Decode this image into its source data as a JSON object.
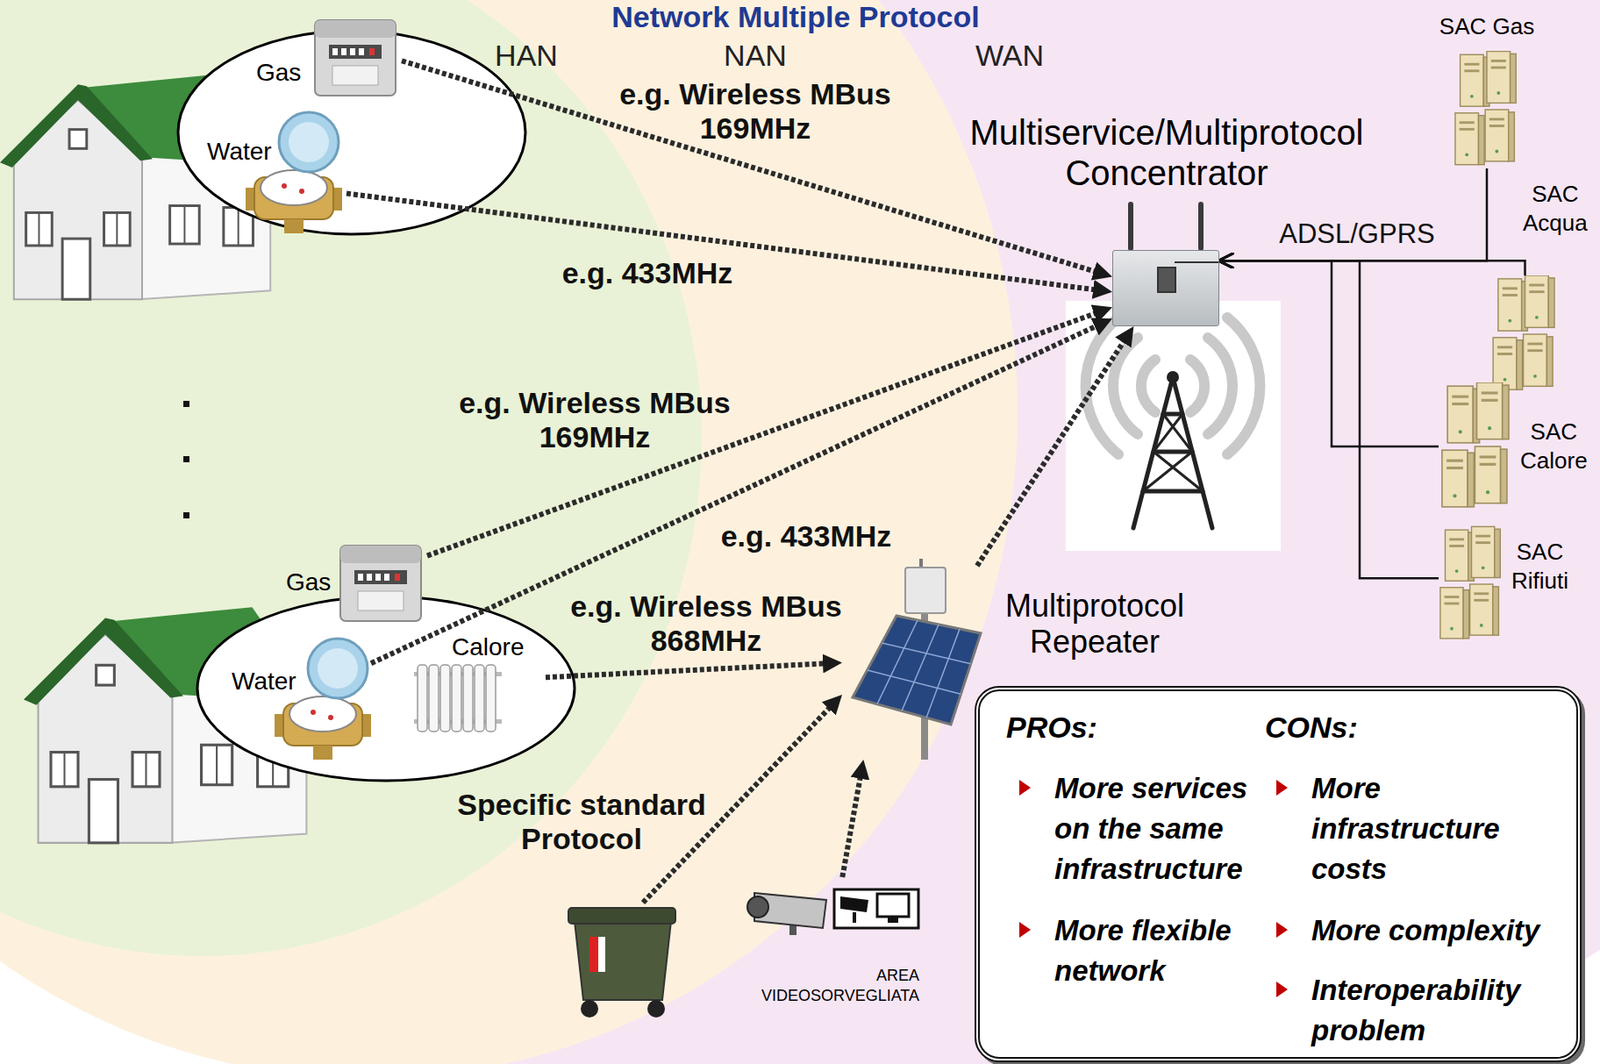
{
  "diagram": {
    "title": "Network Multiple Protocol",
    "nodes": [
      {
        "text": [
          "Gas"
        ]
      },
      {
        "text": [
          "Water"
        ]
      },
      {
        "text": [
          "Multiservice/Multiprotocol Concentrator"
        ]
      },
      {
        "text": [
          "SAC Gas"
        ]
      },
      {
        "text": [
          "SAC Acqua"
        ]
      },
      {
        "text": [
          "SAC Calore"
        ]
      },
      {
        "text": [
          "SAC Rifiuti"
        ]
      },
      {
        "text": [
          "Gas"
        ]
      },
      {
        "text": [
          "Water"
        ]
      },
      {
        "text": [
          "Calore"
        ]
      },
      {
        "text": [
          "Multiprotocol Repeater"
        ]
      },
      {
        "text": [
          "AREA VIDEOSORVEGLIATA"
        ]
      },
      {
        "text": [
          "PROs:",
          "More services on the same infrastructure",
          "More flexible network",
          "CONs:",
          "More infrastructure costs",
          "More complexity",
          "Interoperability problem"
        ]
      }
    ],
    "edges": [
      {
        "from": 0,
        "to": 2,
        "arrow": "to",
        "label": "e.g. Wireless MBus 169MHz"
      },
      {
        "from": 1,
        "to": 2,
        "arrow": "to",
        "label": "e.g. 433MHz"
      },
      {
        "from": 7,
        "to": 2,
        "arrow": "to",
        "label": "e.g. Wireless MBus 169MHz"
      },
      {
        "from": 8,
        "to": 2,
        "arrow": "to",
        "label": "e.g. 433MHz"
      },
      {
        "from": 9,
        "to": 10,
        "arrow": "to",
        "label": "e.g. Wireless MBus 868MHz"
      },
      {
        "from": 10,
        "to": 2,
        "arrow": "to"
      },
      {
        "from": 11,
        "to": 10,
        "arrow": "to"
      },
      {
        "from": 3,
        "to": 2,
        "arrow": "to"
      },
      {
        "from": 4,
        "to": 2,
        "arrow": "to"
      },
      {
        "from": 5,
        "to": 2,
        "arrow": "to"
      },
      {
        "from": 6,
        "to": 2,
        "arrow": "to"
      }
    ],
    "labels": [
      "HAN",
      "NAN",
      "WAN",
      "ADSL/GPRS",
      "Specific standard Protocol"
    ]
  }
}
